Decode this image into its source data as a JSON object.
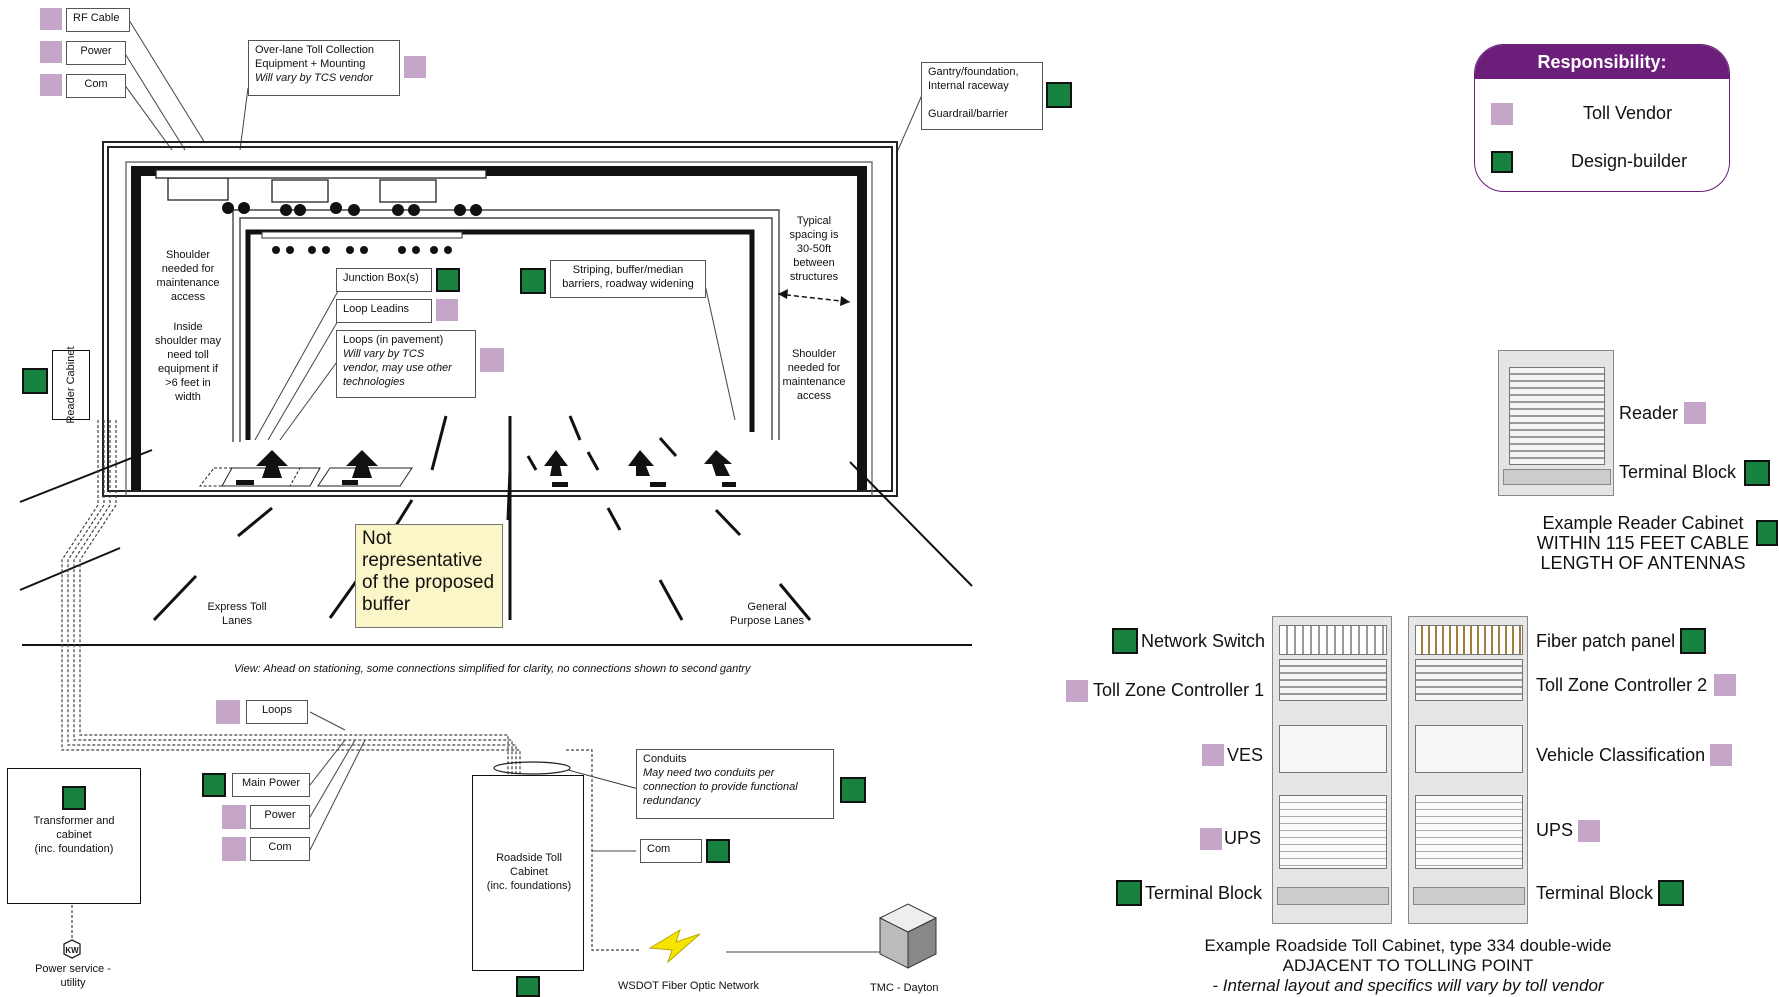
{
  "top_callouts": {
    "rf_cable": "RF Cable",
    "power": "Power",
    "com": "Com",
    "overlane_line1": "Over-lane Toll Collection",
    "overlane_line2": "Equipment + Mounting",
    "overlane_line3": "Will vary by TCS vendor",
    "gantry_line1": "Gantry/foundation,",
    "gantry_line2": "Internal raceway",
    "gantry_line3": "Guardrail/barrier"
  },
  "lane_callouts": {
    "junction_box": "Junction Box(s)",
    "loop_leadins": "Loop Leadins",
    "loops_line1": "Loops (in pavement)",
    "loops_line2": "Will vary by TCS",
    "loops_line3": "vendor, may use other",
    "loops_line4": "technologies",
    "striping_line1": "Striping, buffer/median",
    "striping_line2": "barriers, roadway widening",
    "reader_cabinet": "Reader Cabinet"
  },
  "annotations": {
    "shoulder_left": [
      "Shoulder",
      "needed for",
      "maintenance",
      "access"
    ],
    "inside_shoulder": [
      "Inside",
      "shoulder may",
      "need toll",
      "equipment if",
      ">6 feet in",
      "width"
    ],
    "typical_spacing": [
      "Typical",
      "spacing is",
      "30-50ft",
      "between",
      "structures"
    ],
    "shoulder_right": [
      "Shoulder",
      "needed for",
      "maintenance",
      "access"
    ],
    "express_lanes": [
      "Express Toll",
      "Lanes"
    ],
    "general_lanes": [
      "General",
      "Purpose Lanes"
    ],
    "not_representative": [
      "Not",
      "representative",
      "of the proposed",
      "buffer"
    ],
    "view_caption": "View: Ahead on stationing, some connections simplified for clarity, no connections shown to second gantry"
  },
  "bottom_left": {
    "loops": "Loops",
    "main_power": "Main Power",
    "power": "Power",
    "com": "Com",
    "transformer": [
      "Transformer and",
      "cabinet",
      "(inc. foundation)"
    ],
    "kw": "KW",
    "power_service": [
      "Power service -",
      "utility"
    ],
    "roadside_cabinet": [
      "Roadside Toll",
      "Cabinet",
      "(inc. foundations)"
    ],
    "conduits_line1": "Conduits",
    "conduits_line2": "May need two conduits per",
    "conduits_line3": "connection to provide functional",
    "conduits_line4": "redundancy",
    "com2": "Com",
    "fiber_network": "WSDOT Fiber Optic Network",
    "tmc": "TMC - Dayton"
  },
  "legend": {
    "title": "Responsibility:",
    "toll_vendor": "Toll Vendor",
    "design_builder": "Design-builder",
    "toll_vendor_color": "#c5a6c8",
    "design_builder_color": "#17813f",
    "header_color": "#6b1f7a"
  },
  "reader_cabinet_example": {
    "reader": "Reader",
    "terminal_block": "Terminal Block",
    "caption": [
      "Example Reader Cabinet",
      "WITHIN 115 FEET CABLE",
      "LENGTH OF ANTENNAS"
    ]
  },
  "roadside_cabinet_example": {
    "network_switch": "Network Switch",
    "toll_zone_controller_1": "Toll Zone Controller 1",
    "ves": "VES",
    "ups_left": "UPS",
    "terminal_block_left": "Terminal Block",
    "fiber_patch_panel": "Fiber patch panel",
    "toll_zone_controller_2": "Toll Zone Controller 2",
    "vehicle_classification": "Vehicle Classification",
    "ups_right": "UPS",
    "terminal_block_right": "Terminal Block",
    "caption": [
      "Example Roadside Toll Cabinet, type 334 double-wide",
      "ADJACENT TO TOLLING POINT",
      "- Internal layout and specifics will vary by toll vendor"
    ]
  }
}
